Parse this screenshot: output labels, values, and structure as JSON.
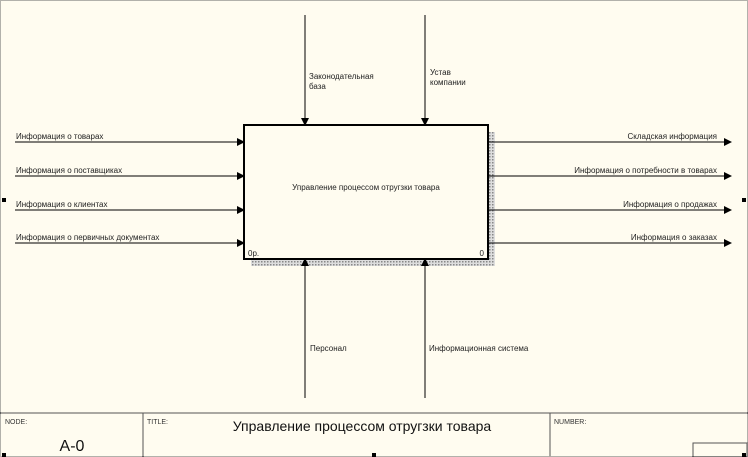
{
  "activity": {
    "title": "Управление процессом отругзки товара",
    "cost": "0р.",
    "number": "0"
  },
  "inputs": [
    "Информация о товарах",
    "Информация о поставщиках",
    "Информация о клиентах",
    "Информация о первичных документах"
  ],
  "outputs": [
    "Складская информация",
    "Информация о потребности в товарах",
    "Информация о продажах",
    "Информация о заказах"
  ],
  "controls": [
    [
      "Законодательная",
      "база"
    ],
    [
      "Устав",
      "компании"
    ]
  ],
  "mechanisms": [
    "Персонал",
    "Информационная система"
  ],
  "frame": {
    "node_label": "NODE:",
    "node_value": "A-0",
    "title_label": "TITLE:",
    "title_value": "Управление процессом отругзки товара",
    "number_label": "NUMBER:"
  }
}
